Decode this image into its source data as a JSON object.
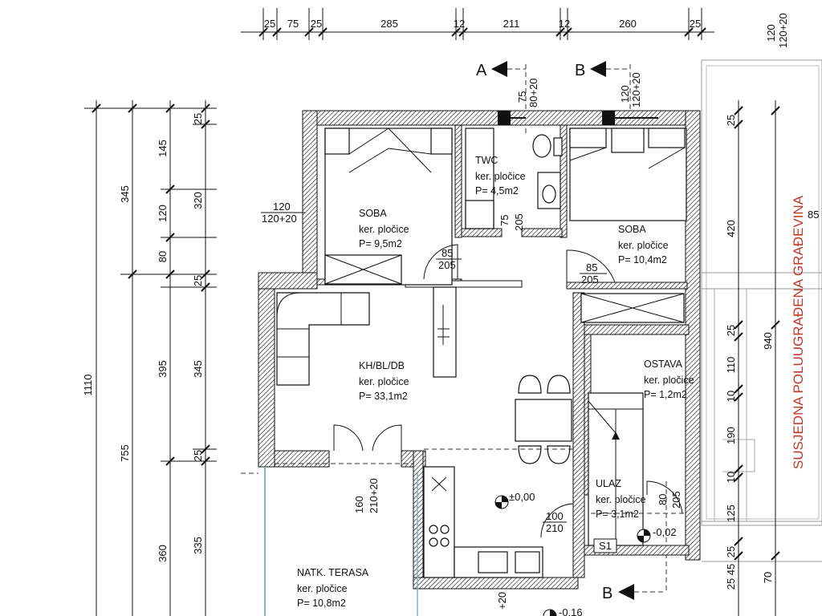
{
  "rooms": [
    {
      "name": "SOBA",
      "finish": "ker. pločice",
      "area": "P= 9,5m2"
    },
    {
      "name": "TWC",
      "finish": "ker. pločice",
      "area": "P= 4,5m2"
    },
    {
      "name": "SOBA",
      "finish": "ker. pločice",
      "area": "P= 10,4m2"
    },
    {
      "name": "KH/BL/DB",
      "finish": "ker. pločice",
      "area": "P= 33,1m2"
    },
    {
      "name": "OSTAVA",
      "finish": "ker. pločice",
      "area": "P= 1,2m2"
    },
    {
      "name": "ULAZ",
      "finish": "ker. pločice",
      "area": "P= 3,1m2"
    },
    {
      "name": "NATK. TERASA",
      "finish": "ker. pločice",
      "area": "P= 10,8m2"
    }
  ],
  "top_dims": [
    "25",
    "75",
    "25",
    "285",
    "12",
    "211",
    "12",
    "260",
    "25"
  ],
  "top_right_dims": [
    "120",
    "120+20"
  ],
  "left_dims_outer": [
    "1110"
  ],
  "left_dims_mid": [
    "345",
    "755"
  ],
  "left_dims_inner_a": [
    "145",
    "120",
    "80",
    "395",
    "360"
  ],
  "left_dims_inner_b": [
    "25",
    "320",
    "25",
    "345",
    "25",
    "335"
  ],
  "right_dims": [
    "25",
    "420",
    "25",
    "110",
    "10",
    "190",
    "10",
    "125",
    "25",
    "45",
    "25",
    "70"
  ],
  "right_extra": [
    "85",
    "940"
  ],
  "openings": [
    {
      "a": "75",
      "b": "80+20"
    },
    {
      "a": "120",
      "b": "120+20"
    },
    {
      "a": "120",
      "b": "120+20"
    },
    {
      "a": "75",
      "b": "205"
    },
    {
      "a": "85",
      "b": "205"
    },
    {
      "a": "85",
      "b": "205"
    },
    {
      "a": "160",
      "b": "210+20"
    },
    {
      "a": "80",
      "b": "205"
    },
    {
      "a": "100",
      "b": "210"
    },
    {
      "a": "+20",
      "b": ""
    }
  ],
  "sections": {
    "a": "A",
    "b": "B",
    "b2": "B"
  },
  "levels": {
    "main": "±0,00",
    "entry": "-0,02",
    "bottom": "-0,16"
  },
  "marker_s1": "S1",
  "neighbor_label": "SUSJEDNA POLUUGRAĐENA GRAĐEVINA",
  "colors": {
    "ink": "#111111",
    "neighbor_text": "#c0392b",
    "terrace_edge": "#7fb3d5"
  }
}
